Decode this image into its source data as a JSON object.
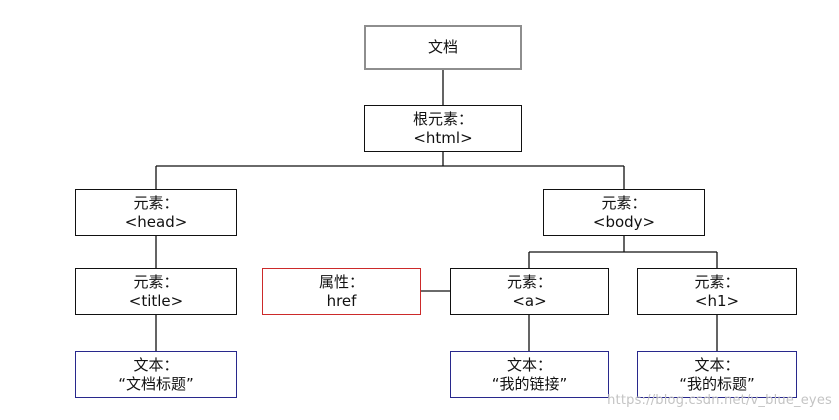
{
  "nodes": {
    "document": {
      "line1": "文档"
    },
    "html": {
      "line1": "根元素：",
      "line2": "<html>"
    },
    "head": {
      "line1": "元素：",
      "line2": "<head>"
    },
    "body": {
      "line1": "元素：",
      "line2": "<body>"
    },
    "title": {
      "line1": "元素：",
      "line2": "<title>"
    },
    "href_attr": {
      "line1": "属性：",
      "line2": "href"
    },
    "a": {
      "line1": "元素：",
      "line2": "<a>"
    },
    "h1": {
      "line1": "元素：",
      "line2": "<h1>"
    },
    "title_text": {
      "line1": "文本：",
      "line2": "“文档标题”"
    },
    "a_text": {
      "line1": "文本：",
      "line2": "“我的链接”"
    },
    "h1_text": {
      "line1": "文本：",
      "line2": "“我的标题”"
    }
  },
  "watermark": "https://blog.csdn.net/v_blue_eyes",
  "colors": {
    "root_border": "#8e8e8e",
    "element_border": "#111111",
    "text_border": "#28288c",
    "attribute_border": "#cc2a2a"
  }
}
